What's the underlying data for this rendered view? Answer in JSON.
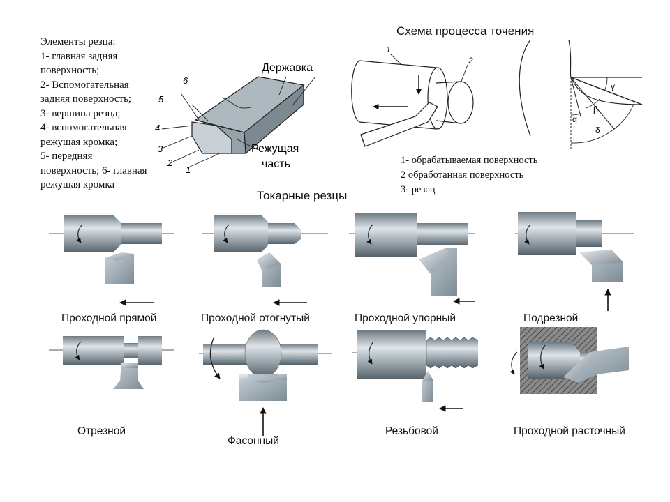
{
  "cutter_elements": {
    "title": "Элементы резца:",
    "lines": [
      "1- главная задняя",
      "поверхность;",
      "2- Вспомогательная",
      "задняя поверхность;",
      "3- вершина резца;",
      "4- вспомогательная",
      "режущая кромка;",
      "5- передняя",
      "поверхность; 6- главная",
      "режущая кромка"
    ],
    "holder_label": "Державка",
    "cutting_label_1": "Режущая",
    "cutting_label_2": "часть",
    "numbers": [
      "1",
      "2",
      "3",
      "4",
      "5",
      "6"
    ]
  },
  "turning_scheme": {
    "title": "Схема процесса точения",
    "numbers": [
      "1",
      "2"
    ],
    "legend": [
      "1- обрабатываемая поверхность",
      "2  обработанная поверхность",
      "3- резец"
    ],
    "angles": [
      "γ",
      "α",
      "β",
      "δ"
    ]
  },
  "lathe_tools": {
    "title": "Токарные резцы",
    "row1": [
      "Проходной прямой",
      "Проходной отогнутый",
      "Проходной упорный",
      "Подрезной"
    ],
    "row2": [
      "Отрезной",
      "Фасонный",
      "Резьбовой",
      "Проходной расточный"
    ]
  },
  "colors": {
    "steel_dark": "#5e6a73",
    "steel_mid": "#9aa6ae",
    "steel_light": "#d8dfe4",
    "hatch": "#6b6b6b"
  }
}
